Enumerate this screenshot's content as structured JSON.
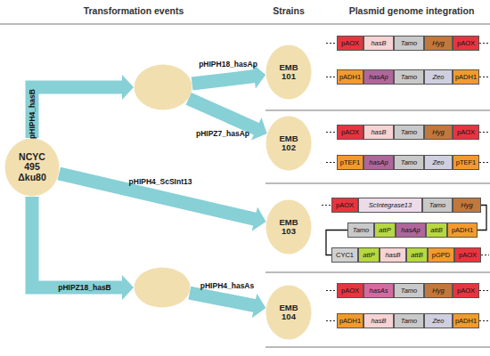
{
  "diagram": {
    "nodes": [
      {
        "text": [
          "NCYC 495 Δku80"
        ]
      },
      {
        "text": []
      },
      {
        "text": [
          "EMB 101"
        ]
      },
      {
        "text": [
          "pAOX"
        ]
      },
      {
        "text": [
          "hasB"
        ]
      },
      {
        "text": [
          "Tamo"
        ]
      },
      {
        "text": [
          "Hyg"
        ]
      },
      {
        "text": [
          "pAOX"
        ]
      },
      {
        "text": [
          "pADH1"
        ]
      },
      {
        "text": [
          "hasAp"
        ]
      },
      {
        "text": [
          "Tamo"
        ]
      },
      {
        "text": [
          "Zeo"
        ]
      },
      {
        "text": [
          "pADH1"
        ]
      },
      {
        "text": [
          "EMB 102"
        ]
      },
      {
        "text": [
          "pAOX"
        ]
      },
      {
        "text": [
          "hasB"
        ]
      },
      {
        "text": [
          "Tamo"
        ]
      },
      {
        "text": [
          "Hyg"
        ]
      },
      {
        "text": [
          "pAOX"
        ]
      },
      {
        "text": [
          "pTEF1"
        ]
      },
      {
        "text": [
          "hasAp"
        ]
      },
      {
        "text": [
          "Tamo"
        ]
      },
      {
        "text": [
          "Zeo"
        ]
      },
      {
        "text": [
          "pTEF1"
        ]
      },
      {
        "text": [
          "EMB 103"
        ]
      },
      {
        "text": [
          "pAOX"
        ]
      },
      {
        "text": [
          "ScIntegrase13"
        ]
      },
      {
        "text": [
          "Tamo"
        ]
      },
      {
        "text": [
          "Hyg"
        ]
      },
      {
        "text": [
          "Tamo"
        ]
      },
      {
        "text": [
          "attP"
        ]
      },
      {
        "text": [
          "hasAp"
        ]
      },
      {
        "text": [
          "attB"
        ]
      },
      {
        "text": [
          "pADH1"
        ]
      },
      {
        "text": [
          "CYC1"
        ]
      },
      {
        "text": [
          "attP"
        ]
      },
      {
        "text": [
          "hasB"
        ]
      },
      {
        "text": [
          "attB"
        ]
      },
      {
        "text": [
          "pGPD"
        ]
      },
      {
        "text": [
          "pAOX"
        ]
      },
      {
        "text": []
      },
      {
        "text": [
          "EMB 104"
        ]
      },
      {
        "text": [
          "pAOX"
        ]
      },
      {
        "text": [
          "hasAs"
        ]
      },
      {
        "text": [
          "Tamo"
        ]
      },
      {
        "text": [
          "Hyg"
        ]
      },
      {
        "text": [
          "pAOX"
        ]
      },
      {
        "text": [
          "pADH1"
        ]
      },
      {
        "text": [
          "hasB"
        ]
      },
      {
        "text": [
          "Tamo"
        ]
      },
      {
        "text": [
          "Zeo"
        ]
      },
      {
        "text": [
          "pADH1"
        ]
      }
    ],
    "edges": [
      {
        "from": 0,
        "to": 1,
        "label": "pHIPH4_hasB",
        "arrow": "to"
      },
      {
        "from": 1,
        "to": 2,
        "label": "pHIPH18_hasAp",
        "arrow": "to"
      },
      {
        "from": 1,
        "to": 13,
        "label": "pHIPZ7_hasAp",
        "arrow": "to"
      },
      {
        "from": 0,
        "to": 24,
        "label": "pHIPH4_ScSInt13",
        "arrow": "to"
      },
      {
        "from": 0,
        "to": 40,
        "label": "pHIPZ18_hasB",
        "arrow": "to"
      },
      {
        "from": 40,
        "to": 41,
        "label": "pHIPH4_hasAs",
        "arrow": "to"
      },
      {
        "from": 28,
        "to": 33,
        "arrow": "none"
      },
      {
        "from": 29,
        "to": 34,
        "arrow": "none"
      }
    ],
    "labels": [
      "Transformation events",
      "Strains",
      "Plasmid genome integration"
    ]
  }
}
